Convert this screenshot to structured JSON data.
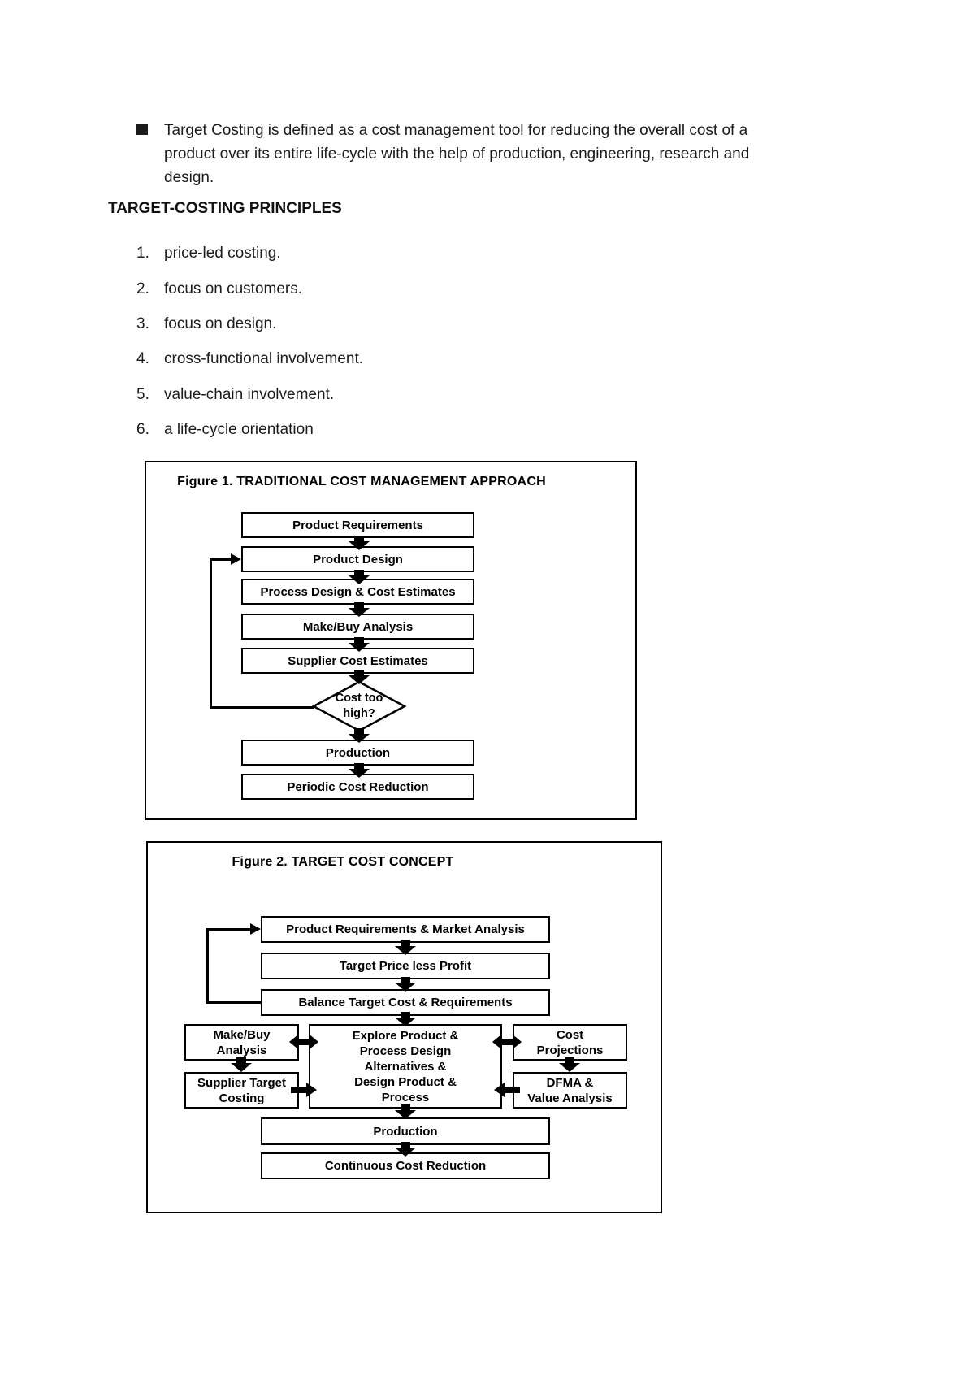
{
  "intro": {
    "text": "Target Costing is defined as a cost management tool for reducing the overall cost of a product over its entire life-cycle with the help of production, engineering, research and design."
  },
  "heading": "TARGET-COSTING PRINCIPLES",
  "principles": [
    {
      "num": "1.",
      "text": "price-led costing."
    },
    {
      "num": "2.",
      "text": "focus on customers."
    },
    {
      "num": "3.",
      "text": "focus on design."
    },
    {
      "num": "4.",
      "text": "cross-functional involvement."
    },
    {
      "num": "5.",
      "text": "value-chain involvement."
    },
    {
      "num": "6.",
      "text": "a life-cycle orientation"
    }
  ],
  "figure1": {
    "title": "Figure 1. TRADITIONAL COST MANAGEMENT APPROACH",
    "boxes": [
      "Product Requirements",
      "Product Design",
      "Process Design & Cost Estimates",
      "Make/Buy Analysis",
      "Supplier Cost Estimates",
      "Production",
      "Periodic Cost Reduction"
    ],
    "decision": "Cost too\nhigh?"
  },
  "figure2": {
    "title": "Figure 2. TARGET COST CONCEPT",
    "flow_boxes": [
      "Product Requirements & Market Analysis",
      "Target Price less Profit",
      "Balance Target Cost & Requirements",
      "Production",
      "Continuous Cost Reduction"
    ],
    "left_boxes": [
      "Make/Buy\nAnalysis",
      "Supplier Target\nCosting"
    ],
    "center_box": "Explore Product &\nProcess Design\nAlternatives &\nDesign Product &\nProcess",
    "right_boxes": [
      "Cost\nProjections",
      "DFMA &\nValue Analysis"
    ]
  },
  "colors": {
    "ink": "#000000",
    "text": "#1c1c1c",
    "background": "#ffffff"
  }
}
